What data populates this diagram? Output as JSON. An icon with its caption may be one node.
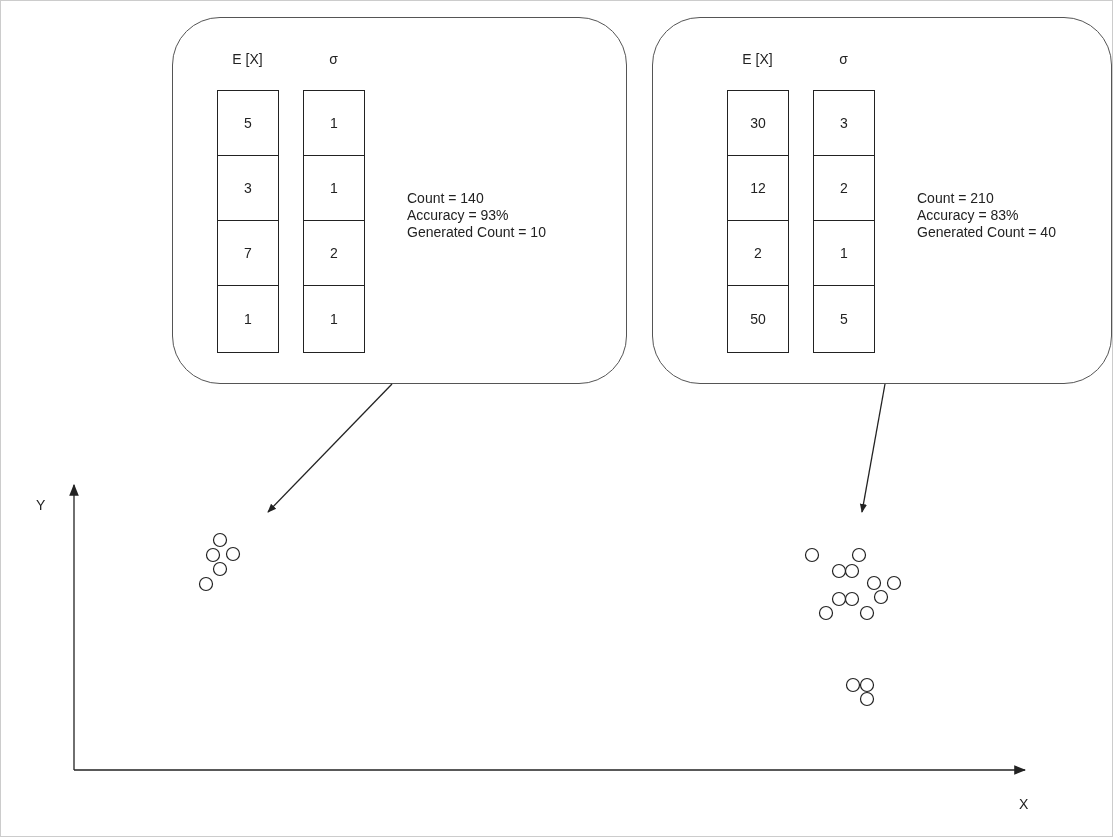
{
  "diagram": {
    "nodes": [
      {
        "text": [
          "Count = 140",
          "Accuracy = 93%",
          "Generated Count = 10"
        ]
      },
      {
        "text": [
          "E [X]"
        ],
        "in": 0
      },
      {
        "text": [
          "5"
        ],
        "in": 1
      },
      {
        "text": [
          "3"
        ],
        "in": 1
      },
      {
        "text": [
          "7"
        ],
        "in": 1
      },
      {
        "text": [
          "1"
        ],
        "in": 1
      },
      {
        "text": [
          "σ"
        ],
        "in": 0
      },
      {
        "text": [
          "1"
        ],
        "in": 6
      },
      {
        "text": [
          "1"
        ],
        "in": 6
      },
      {
        "text": [
          "2"
        ],
        "in": 6
      },
      {
        "text": [
          "1"
        ],
        "in": 6
      },
      {
        "text": [
          "Count = 210",
          "Accuracy = 83%",
          "Generated Count = 40"
        ]
      },
      {
        "text": [
          "E [X]"
        ],
        "in": 11
      },
      {
        "text": [
          "30"
        ],
        "in": 12
      },
      {
        "text": [
          "12"
        ],
        "in": 12
      },
      {
        "text": [
          "2"
        ],
        "in": 12
      },
      {
        "text": [
          "50"
        ],
        "in": 12
      },
      {
        "text": [
          "σ"
        ],
        "in": 11
      },
      {
        "text": [
          "3"
        ],
        "in": 17
      },
      {
        "text": [
          "2"
        ],
        "in": 17
      },
      {
        "text": [
          "1"
        ],
        "in": 17
      },
      {
        "text": [
          "5"
        ],
        "in": 17
      }
    ],
    "edges": [
      {
        "from": 0,
        "to": null,
        "arrow": "to"
      },
      {
        "from": 11,
        "to": null,
        "arrow": "to"
      }
    ],
    "labels": [
      "Y",
      "X"
    ]
  }
}
